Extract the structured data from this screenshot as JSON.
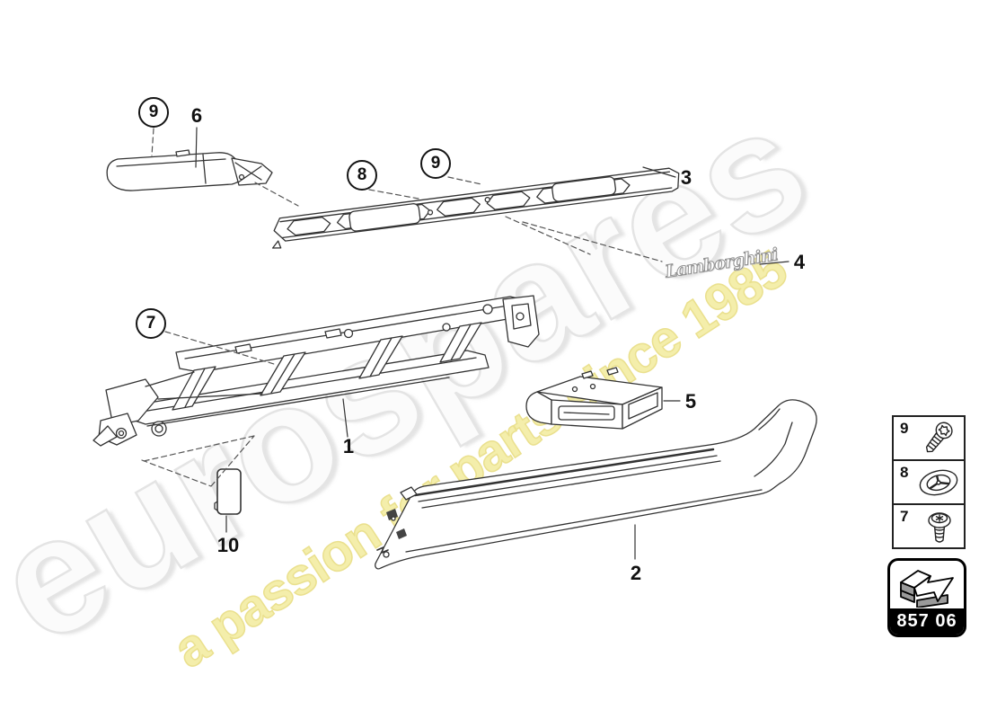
{
  "watermark": {
    "brand": "eurospares",
    "tagline": "a passion for parts since 1985",
    "brand_fill": "#fbfbfb",
    "brand_outline": "#e4e4e4",
    "tagline_fill": "#f4eeab",
    "tagline_outline": "#eae08e"
  },
  "brand_logo": {
    "text": "Lamborghini"
  },
  "callouts": {
    "circled": [
      {
        "label": "9"
      },
      {
        "label": "8"
      },
      {
        "label": "9"
      },
      {
        "label": "7"
      }
    ],
    "plain": [
      {
        "label": "1"
      },
      {
        "label": "2"
      },
      {
        "label": "3"
      },
      {
        "label": "4"
      },
      {
        "label": "5"
      },
      {
        "label": "6"
      },
      {
        "label": "10"
      }
    ]
  },
  "legend": {
    "rows": [
      {
        "number": "9",
        "icon": "long-screw-icon"
      },
      {
        "number": "8",
        "icon": "grommet-icon"
      },
      {
        "number": "7",
        "icon": "short-screw-icon"
      }
    ]
  },
  "part_group": {
    "code": "857 06",
    "icon": "section-arrow-icon"
  },
  "colors": {
    "line": "#333333",
    "label_text": "#111111",
    "legend_border": "#222222",
    "box_border": "#000000",
    "icon_gray": "#9a9a9a"
  }
}
